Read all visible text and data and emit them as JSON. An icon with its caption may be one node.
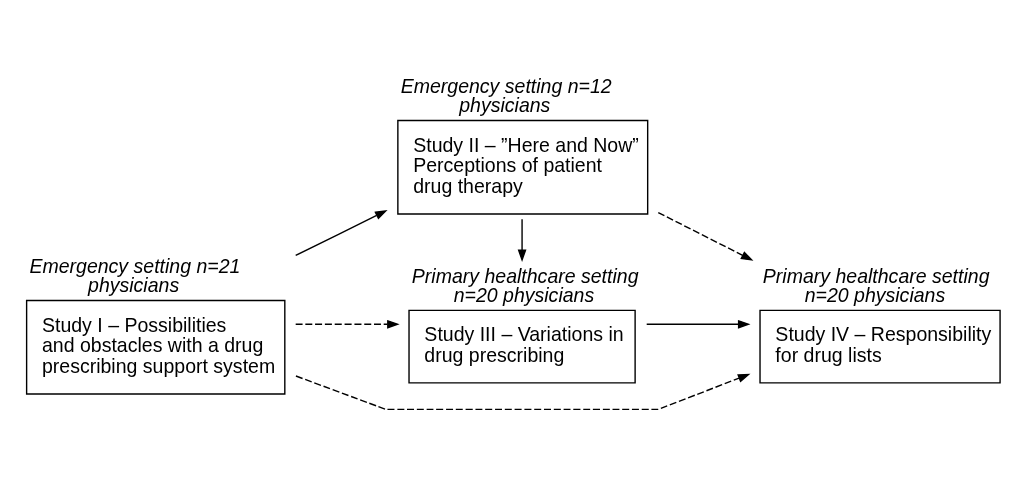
{
  "diagram": {
    "nodes": [
      {
        "text": [
          "Emergency setting n=21 physicians",
          "Study I – Possibilities and obstacles with a drug prescribing support system"
        ]
      },
      {
        "text": [
          "Emergency setting n=12 physicians",
          "Study II – ”Here and Now” Perceptions of patient drug therapy"
        ]
      },
      {
        "text": [
          "Primary healthcare setting n=20 physicians",
          "Study III – Variations in drug prescribing"
        ]
      },
      {
        "text": [
          "Primary healthcare setting n=20 physicians",
          "Study IV – Responsibility for drug lists"
        ]
      }
    ],
    "edges": [
      {
        "from": 0,
        "to": 1,
        "arrow": "to"
      },
      {
        "from": 0,
        "to": 2,
        "arrow": "to",
        "style": "dashed"
      },
      {
        "from": 1,
        "to": 2,
        "arrow": "to"
      },
      {
        "from": 1,
        "to": 3,
        "arrow": "to",
        "style": "dashed"
      },
      {
        "from": 2,
        "to": 3,
        "arrow": "to"
      },
      {
        "from": 0,
        "to": 3,
        "arrow": "to",
        "style": "dashed"
      }
    ]
  }
}
